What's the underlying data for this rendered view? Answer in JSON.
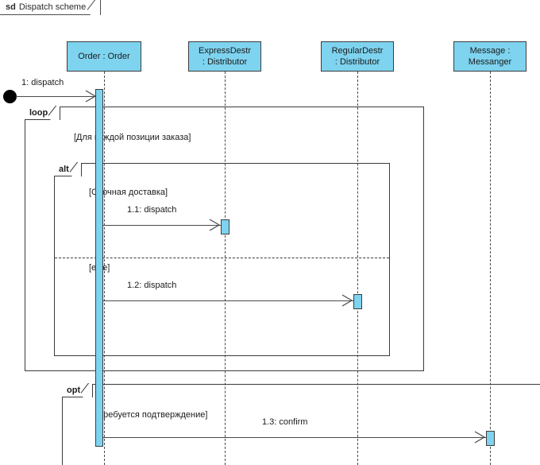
{
  "diagram": {
    "kind_keyword": "sd",
    "title": "Dispatch scheme",
    "colors": {
      "lifeline_fill": "#7ed3ef",
      "activation_fill": "#7ed3ef",
      "border": "#3d3d3d",
      "line": "#4a4a4a",
      "text": "#1b1b1b",
      "background": "#ffffff"
    }
  },
  "lifelines": [
    {
      "id": "order",
      "line1": "Order : Order",
      "line2": ""
    },
    {
      "id": "expressdestr",
      "line1": "ExpressDestr",
      "line2": ": Distributor"
    },
    {
      "id": "regulardestr",
      "line1": "RegularDestr",
      "line2": ": Distributor"
    },
    {
      "id": "message",
      "line1": "Message :",
      "line2": "Messanger"
    }
  ],
  "start_node": {
    "name": "found-message-start"
  },
  "messages": [
    {
      "id": "m1",
      "label": "1: dispatch",
      "from": "start",
      "to": "order"
    },
    {
      "id": "m1_1",
      "label": "1.1: dispatch",
      "from": "order",
      "to": "expressdestr"
    },
    {
      "id": "m1_2",
      "label": "1.2: dispatch",
      "from": "order",
      "to": "regulardestr"
    },
    {
      "id": "m1_3",
      "label": "1.3: confirm",
      "from": "order",
      "to": "message"
    }
  ],
  "fragments": [
    {
      "id": "loop",
      "operator": "loop",
      "guards": [
        "[Для каждой позиции заказа]"
      ]
    },
    {
      "id": "alt",
      "operator": "alt",
      "guards": [
        "[Срочная доставка]",
        "[else]"
      ]
    },
    {
      "id": "opt",
      "operator": "opt",
      "guards": [
        "[Требуется подтверждение]"
      ]
    }
  ]
}
